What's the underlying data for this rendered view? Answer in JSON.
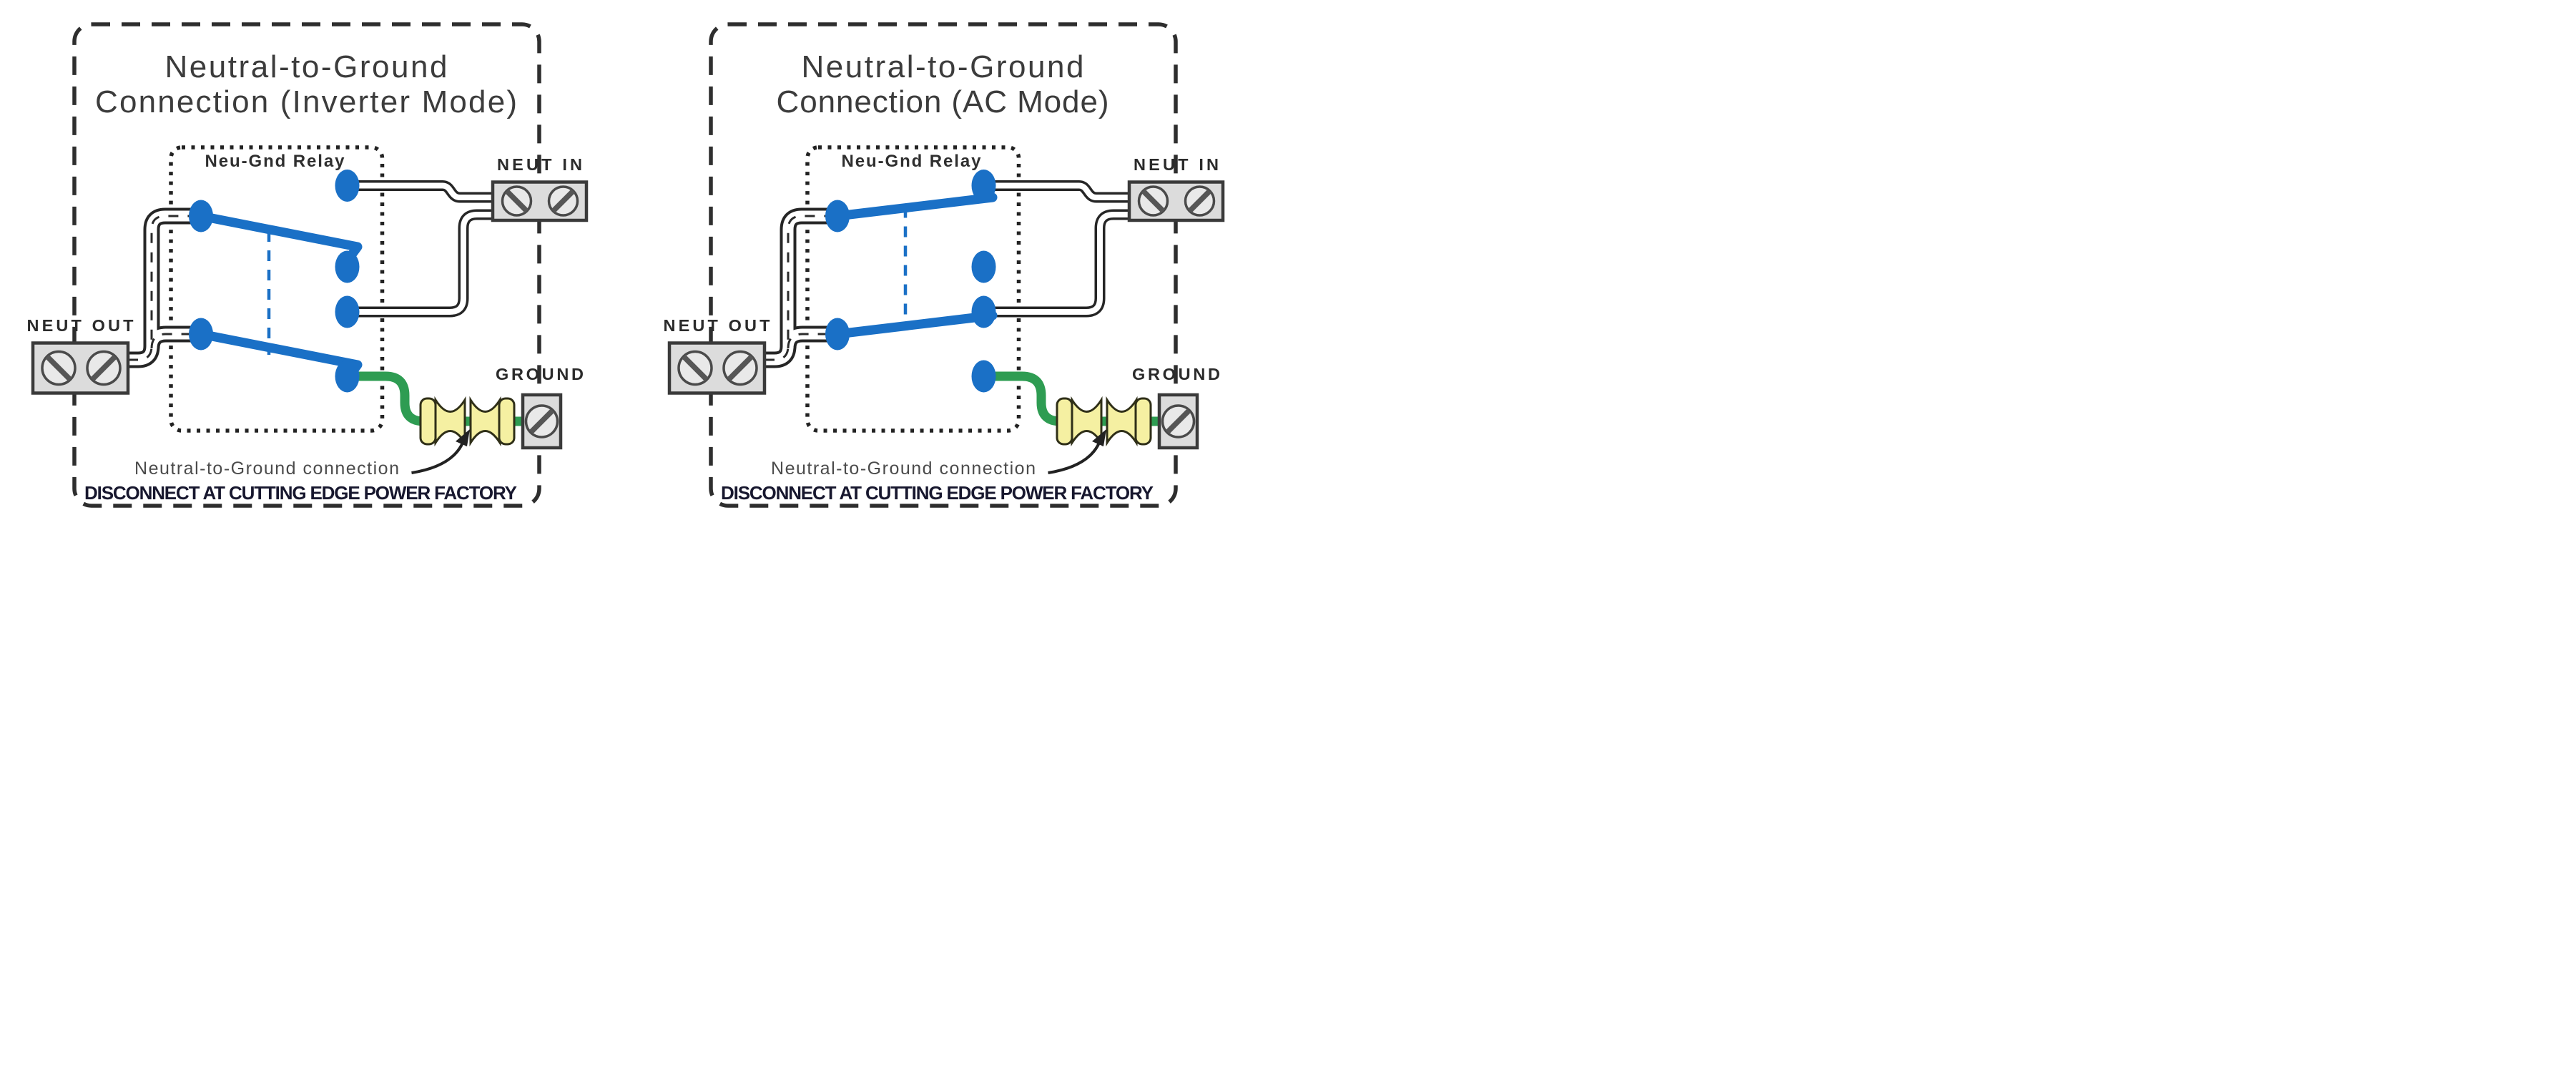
{
  "colors": {
    "relay_blue": "#1a70c6",
    "ground_green": "#2e9c52",
    "connector_yellow": "#f5f0a2",
    "terminal_fill": "#dcdcdc",
    "terminal_stroke": "#3a3a3a",
    "border_dark": "#2e2e2e",
    "warning_text": "#17172e"
  },
  "diagrams": [
    {
      "mode": "inverter",
      "title_line1": "Neutral-to-Ground",
      "title_line2": "Connection (Inverter Mode)",
      "relay_label": "Neu-Gnd Relay",
      "neut_in_label": "NEUT IN",
      "neut_out_label": "NEUT OUT",
      "ground_label": "GROUND",
      "annotation": "Neutral-to-Ground connection",
      "warning": "DISCONNECT AT CUTTING EDGE POWER FACTORY"
    },
    {
      "mode": "ac",
      "title_line1": "Neutral-to-Ground",
      "title_line2": "Connection (AC Mode)",
      "relay_label": "Neu-Gnd Relay",
      "neut_in_label": "NEUT IN",
      "neut_out_label": "NEUT OUT",
      "ground_label": "GROUND",
      "annotation": "Neutral-to-Ground connection",
      "warning": "DISCONNECT AT CUTTING EDGE POWER FACTORY"
    }
  ]
}
